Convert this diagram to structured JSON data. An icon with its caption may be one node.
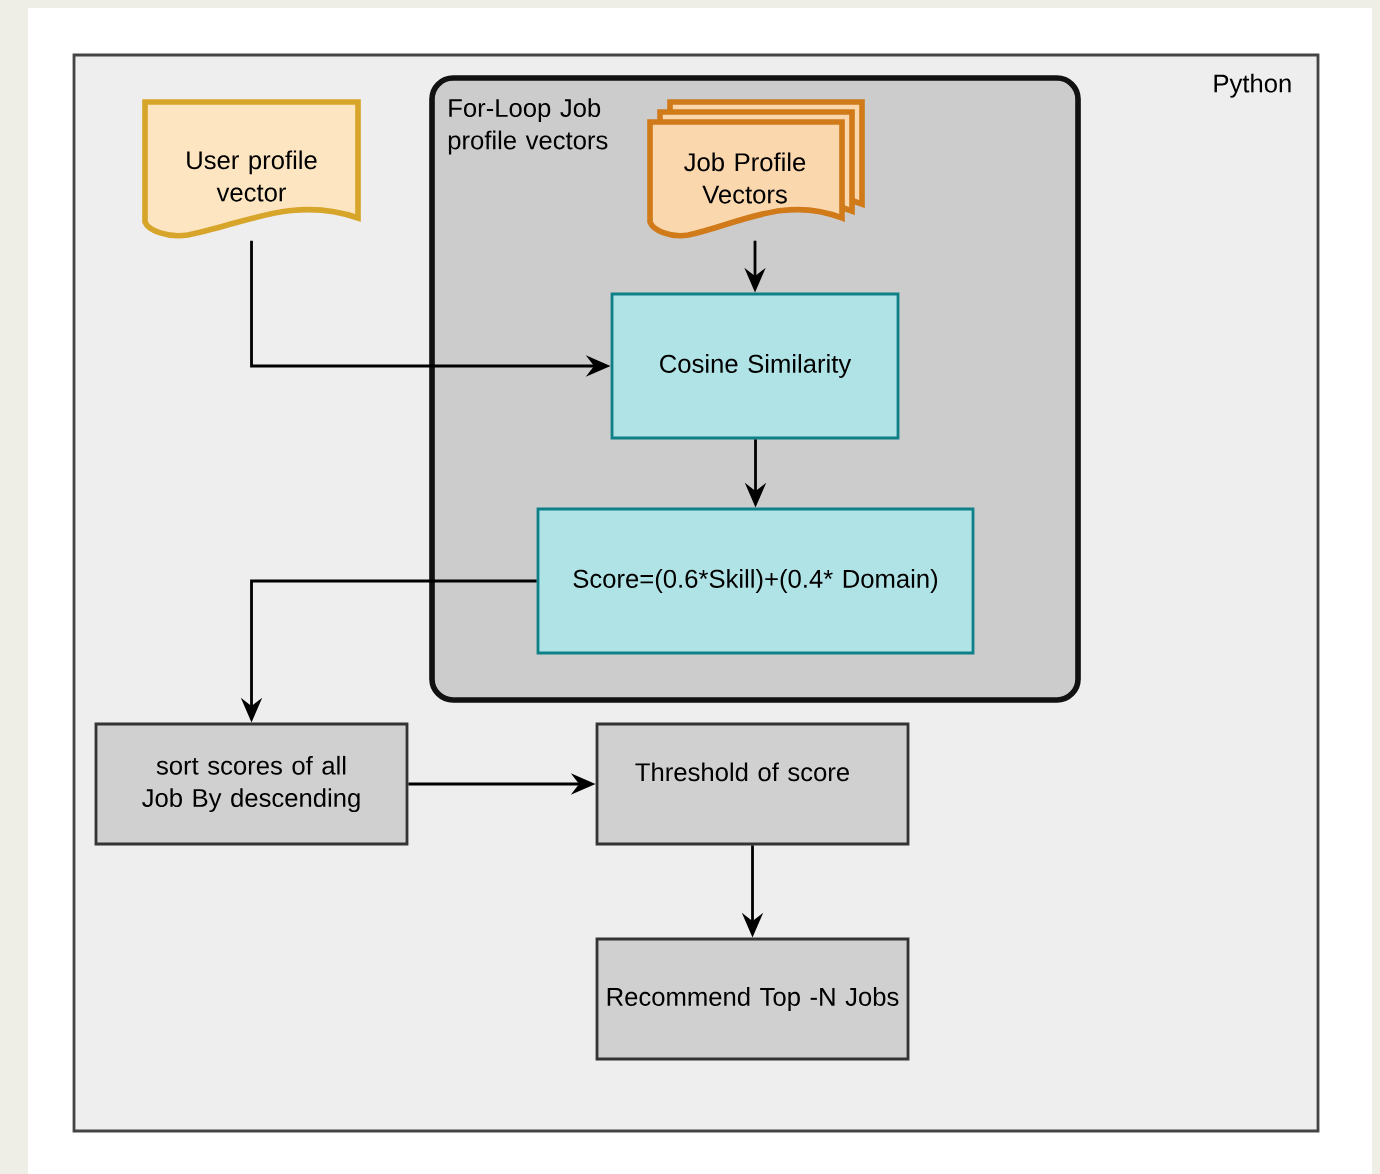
{
  "diagram": {
    "nodes": [
      {
        "text": [
          "Python"
        ]
      },
      {
        "text": [
          "User profile vector"
        ],
        "in": 0
      },
      {
        "text": [
          "For-Loop Job profile vectors"
        ],
        "in": 0
      },
      {
        "text": [
          "Job Profile Vectors"
        ],
        "in": 2
      },
      {
        "text": [
          "Cosine Similarity"
        ],
        "in": 2
      },
      {
        "text": [
          "Score=(0.6*Skill)+(0.4* Domain)"
        ],
        "in": 2
      },
      {
        "text": [
          "sort scores of all Job By descending"
        ],
        "in": 0
      },
      {
        "text": [
          "Threshold of score"
        ],
        "in": 0
      },
      {
        "text": [
          "Recommend Top -N Jobs"
        ],
        "in": 0
      }
    ],
    "edges": [
      {
        "from": 1,
        "to": 4,
        "arrow": "to"
      },
      {
        "from": 3,
        "to": 4,
        "arrow": "to"
      },
      {
        "from": 4,
        "to": 5,
        "arrow": "to"
      },
      {
        "from": 5,
        "to": 6,
        "arrow": "to"
      },
      {
        "from": 6,
        "to": 7,
        "arrow": "to"
      },
      {
        "from": 7,
        "to": 8,
        "arrow": "to"
      }
    ]
  }
}
